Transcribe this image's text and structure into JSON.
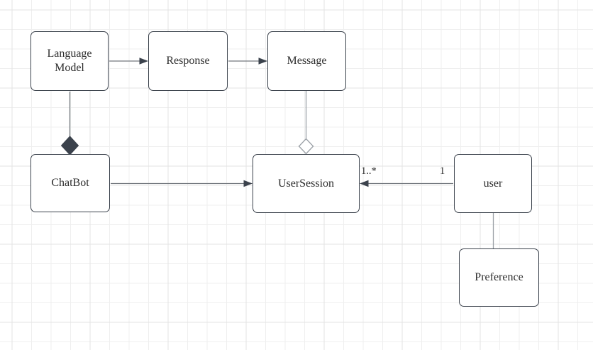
{
  "diagram": {
    "kind": "uml-class-diagram",
    "nodes": {
      "language_model": {
        "label": "Language\nModel"
      },
      "response": {
        "label": "Response"
      },
      "message": {
        "label": "Message"
      },
      "chatbot": {
        "label": "ChatBot"
      },
      "user_session": {
        "label": "UserSession"
      },
      "user": {
        "label": "user"
      },
      "preference": {
        "label": "Preference"
      }
    },
    "edges": {
      "language_model_to_response": {
        "from": "Language Model",
        "to": "Response",
        "style": "arrow"
      },
      "response_to_message": {
        "from": "Response",
        "to": "Message",
        "style": "arrow"
      },
      "language_model_to_chatbot": {
        "from": "Language Model",
        "to": "ChatBot",
        "style": "composition-filled-diamond-at-target"
      },
      "message_to_user_session": {
        "from": "Message",
        "to": "UserSession",
        "style": "aggregation-hollow-diamond-at-target"
      },
      "chatbot_to_user_session": {
        "from": "ChatBot",
        "to": "UserSession",
        "style": "arrow"
      },
      "user_to_user_session": {
        "from": "user",
        "to": "UserSession",
        "style": "arrow",
        "target_multiplicity": "1..*",
        "source_multiplicity": "1"
      },
      "user_to_preference": {
        "from": "user",
        "to": "Preference",
        "style": "plain-line"
      }
    },
    "colors": {
      "canvas_bg": "#ffffff",
      "grid_minor": "#efefef",
      "grid_major": "#e3e3e3",
      "node_fill": "#ffffff",
      "node_border": "#3b424c",
      "node_text": "#2d2d2d",
      "edge_stroke": "#73787e",
      "edge_stroke_light": "#9aa0a6",
      "marker_fill": "#3b424c"
    }
  }
}
